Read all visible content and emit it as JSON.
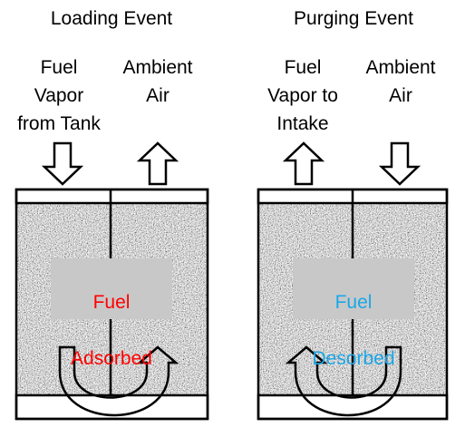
{
  "panels": [
    {
      "title": "Loading Event",
      "left_label": "Fuel\nVapor\nfrom Tank",
      "right_label": "Ambient\nAir",
      "left_arrow": "down",
      "right_arrow": "up",
      "center_label_line1": "Fuel",
      "center_label_line2": "Adsorbed",
      "center_label_color": "#ff0000",
      "flow_direction": "left-to-right"
    },
    {
      "title": "Purging Event",
      "left_label": "Fuel\nVapor to\nIntake",
      "right_label": "Ambient\nAir",
      "left_arrow": "up",
      "right_arrow": "down",
      "center_label_line1": "Fuel",
      "center_label_line2": "Desorbed",
      "center_label_color": "#1aa7e8",
      "flow_direction": "right-to-left"
    }
  ],
  "colors": {
    "granular_fill": "#a9a9a9",
    "label_box": "#c8c8c8",
    "outline": "#000000"
  }
}
